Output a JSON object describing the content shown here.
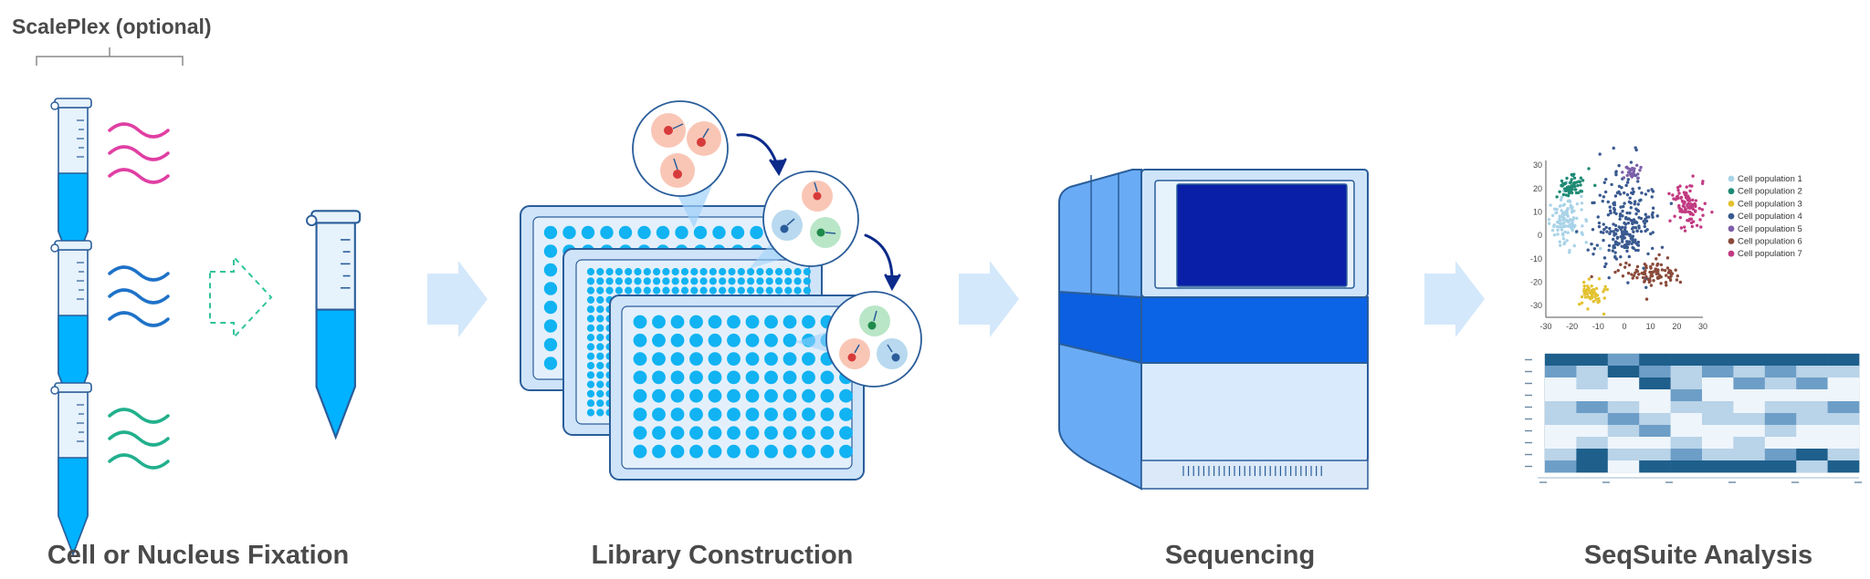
{
  "scaleplex_label": "ScalePlex (optional)",
  "steps": [
    {
      "label": "Cell or Nucleus Fixation"
    },
    {
      "label": "Library Construction"
    },
    {
      "label": "Sequencing"
    },
    {
      "label": "SeqSuite Analysis"
    }
  ],
  "tsne_chart": {
    "type": "scatter",
    "x_ticks": [
      "-30",
      "-20",
      "-10",
      "0",
      "10",
      "20",
      "30"
    ],
    "y_ticks": [
      "30",
      "20",
      "10",
      "0",
      "-10",
      "-20",
      "-30"
    ],
    "xlim": [
      -30,
      30
    ],
    "ylim": [
      -35,
      32
    ],
    "legend": [
      {
        "label": "Cell population 1",
        "color": "#a9d3e8"
      },
      {
        "label": "Cell population 2",
        "color": "#1f8a74"
      },
      {
        "label": "Cell population 3",
        "color": "#e3c230"
      },
      {
        "label": "Cell population 4",
        "color": "#3a5a90"
      },
      {
        "label": "Cell population 5",
        "color": "#7d5fa8"
      },
      {
        "label": "Cell population 6",
        "color": "#8a4a3a"
      },
      {
        "label": "Cell population 7",
        "color": "#c23a82"
      }
    ]
  },
  "colors": {
    "tube_fill": "#00b2ff",
    "tube_glass": "#e6f2fc",
    "outline": "#2a5d9a",
    "pink_wave": "#e03fa3",
    "blue_wave": "#1e72c8",
    "green_wave": "#22b08d",
    "arrow_light": "#d4e8fb",
    "plate_well": "#11b3f2",
    "screen": "#0a1fa8",
    "band": "#0b63e6",
    "heatmap_dark": "#1e5f8c"
  }
}
